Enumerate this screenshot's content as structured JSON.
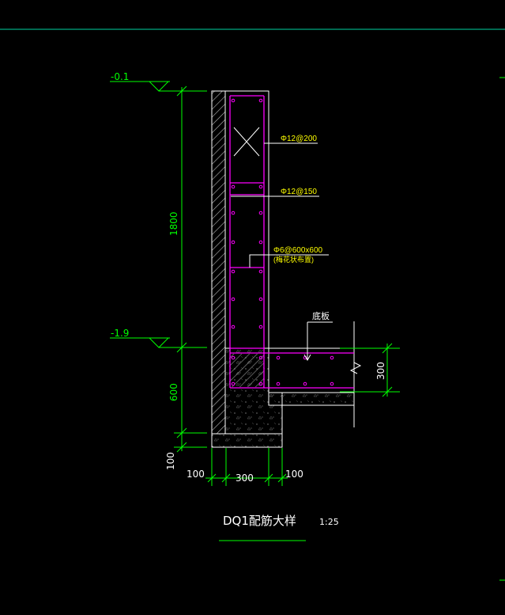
{
  "colors": {
    "background": "#000000",
    "dimension": "#00ff00",
    "outline": "#ffffff",
    "rebar": "#ff00ff",
    "rebar_label": "#ffff00",
    "top_border": "#00d2a0",
    "hatch": "#aaaaaa"
  },
  "levels": {
    "top": "-0.1",
    "mid": "-1.9"
  },
  "dimensions": {
    "wall_height": "1800",
    "footing_height": "600",
    "bed_thickness": "100",
    "slab_thickness": "300",
    "left_offset": "100",
    "wall_width": "300",
    "right_offset": "100"
  },
  "rebar_labels": {
    "horizontal": "Φ12@200",
    "vertical": "Φ12@150",
    "tie": "Φ6@600x600",
    "tie_note": "(梅花状布置)"
  },
  "slab_label": "底板",
  "title": {
    "name": "DQ1配筋大样",
    "scale": "1:25"
  }
}
